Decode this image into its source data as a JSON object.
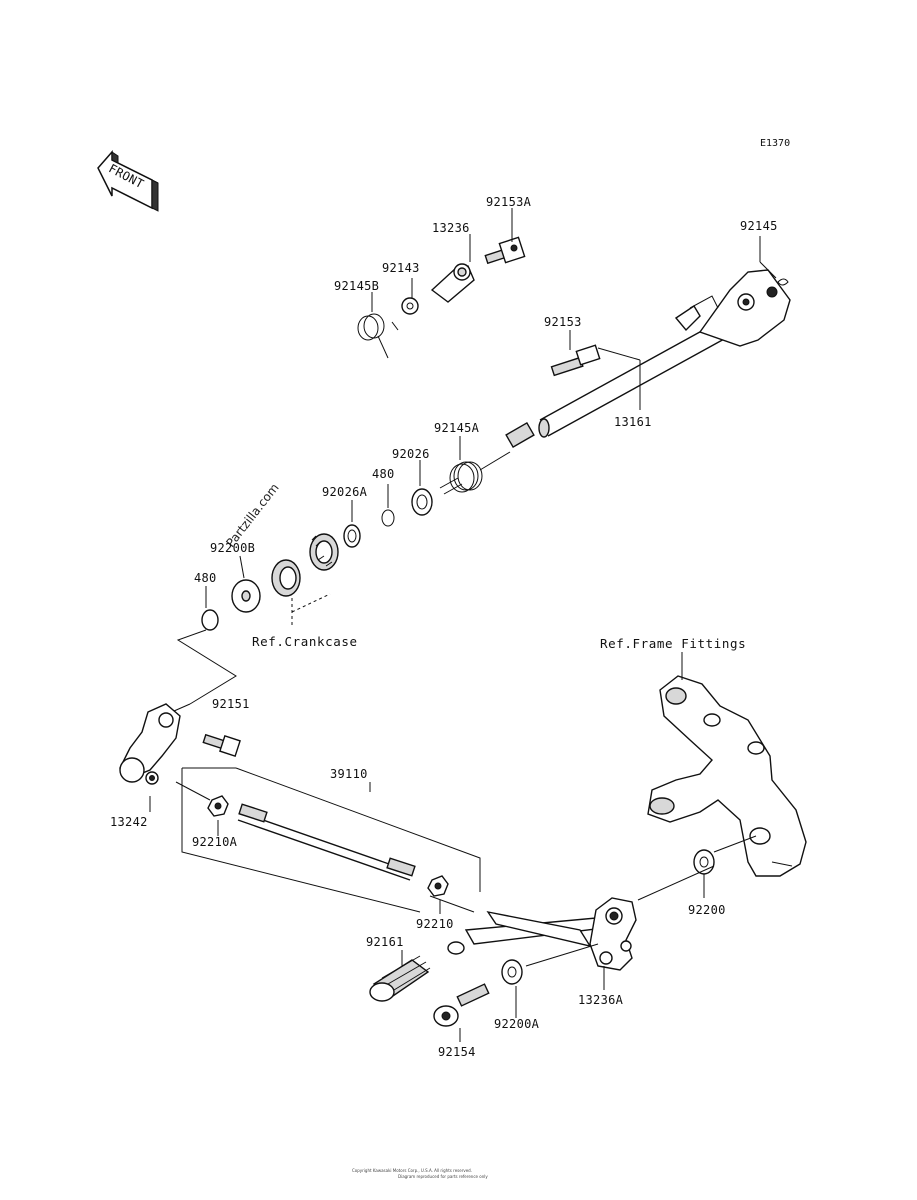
{
  "diagram_code": "E1370",
  "front_label": "FRONT",
  "watermark": "Partzilla.com",
  "footer_line1": "Copyright Kawasaki Motors Corp., U.S.A. All rights reserved.",
  "footer_line2": "Diagram reproduced for parts reference only",
  "refs": {
    "crankcase": "Ref.Crankcase",
    "frame_fittings": "Ref.Frame Fittings"
  },
  "parts": {
    "p92153A": "92153A",
    "p13236": "13236",
    "p92143": "92143",
    "p92145B": "92145B",
    "p92145": "92145",
    "p92153": "92153",
    "p13161": "13161",
    "p92145A": "92145A",
    "p92026": "92026",
    "p480a": "480",
    "p92026A": "92026A",
    "p92200B": "92200B",
    "p480b": "480",
    "p92151": "92151",
    "p39110": "39110",
    "p13242": "13242",
    "p92210A": "92210A",
    "p92210": "92210",
    "p92200": "92200",
    "p92161": "92161",
    "p13236A": "13236A",
    "p92200A": "92200A",
    "p92154": "92154"
  }
}
